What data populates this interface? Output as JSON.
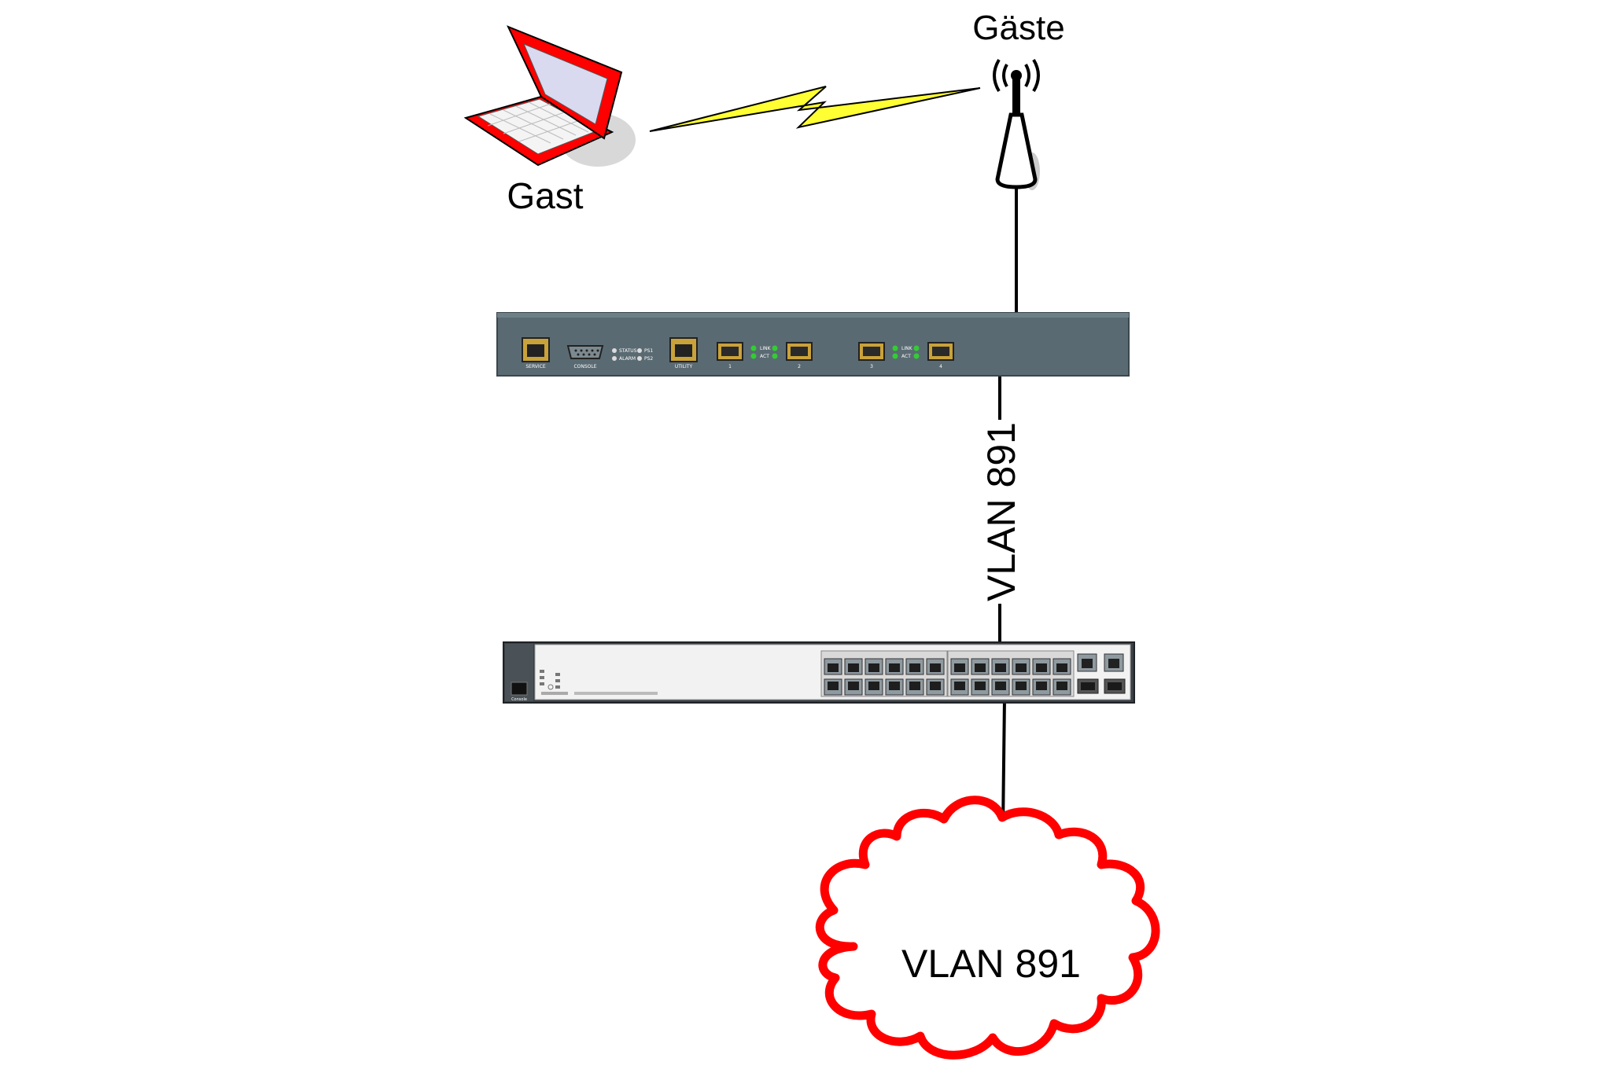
{
  "nodes": {
    "laptop": {
      "label": "Gast",
      "icon": "laptop-icon",
      "color": "#ff0000"
    },
    "access_point": {
      "label": "Gäste",
      "icon": "wireless-antenna-icon"
    },
    "controller": {
      "icon": "wlan-controller-icon",
      "ports": {
        "service": "SERVICE",
        "console": "CONSOLE",
        "utility": "UTILITY",
        "p1": "1",
        "p2": "2",
        "p3": "3",
        "p4": "4"
      },
      "leds": {
        "status": "STATUS",
        "alarm": "ALARM",
        "ps1": "PS1",
        "ps2": "PS2",
        "link": "LINK",
        "act": "ACT"
      }
    },
    "switch": {
      "icon": "network-switch-icon",
      "console_label": "Console"
    },
    "cloud": {
      "label": "VLAN 891",
      "icon": "cloud-icon",
      "color": "#ff0000"
    }
  },
  "links": {
    "wireless": {
      "type": "lightning-bolt",
      "color": "#ffff33"
    },
    "uplink": {
      "label": "VLAN 891"
    }
  },
  "colors": {
    "device_gray": "#5a6a72",
    "switch_face": "#f2f2f2",
    "port_gold": "#c9a23a",
    "led_green": "#33cc33"
  }
}
